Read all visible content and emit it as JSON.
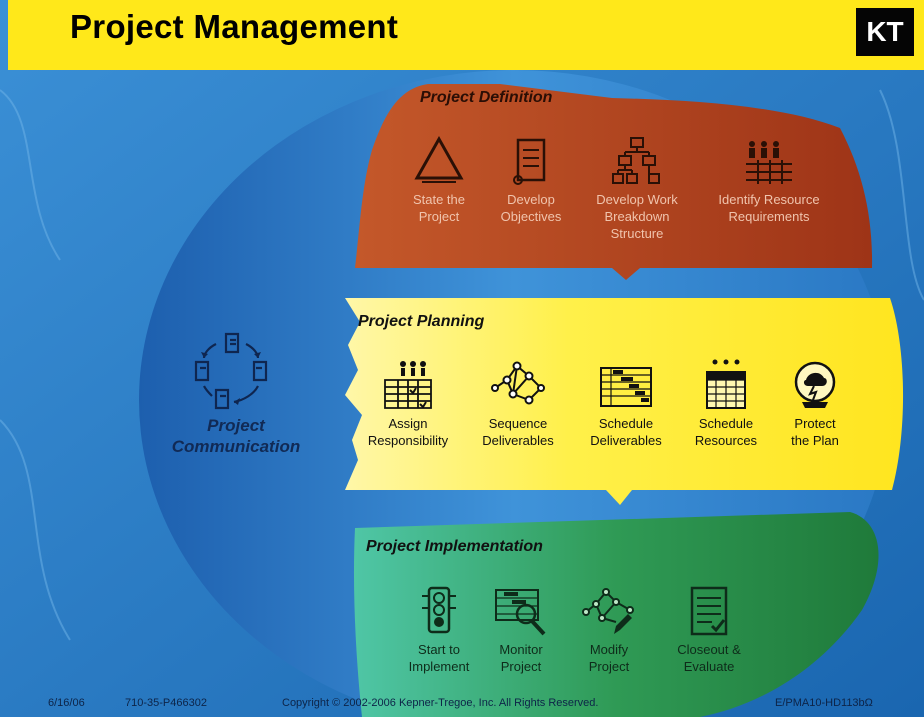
{
  "header": {
    "title": "Project Management",
    "badge": "KT"
  },
  "sections": {
    "definition": {
      "title": "Project Definition",
      "color": "#b4471f",
      "steps": [
        {
          "label": "State the\nProject",
          "icon": "triangle-icon"
        },
        {
          "label": "Develop\nObjectives",
          "icon": "scroll-icon"
        },
        {
          "label": "Develop Work\nBreakdown Structure",
          "icon": "org-chart-icon"
        },
        {
          "label": "Identify Resource\nRequirements",
          "icon": "people-grid-icon"
        }
      ]
    },
    "planning": {
      "title": "Project Planning",
      "color": "#ffef3a",
      "steps": [
        {
          "label": "Assign\nResponsibility",
          "icon": "responsibility-matrix-icon"
        },
        {
          "label": "Sequence\nDeliverables",
          "icon": "network-diagram-icon"
        },
        {
          "label": "Schedule\nDeliverables",
          "icon": "gantt-chart-icon"
        },
        {
          "label": "Schedule\nResources",
          "icon": "calendar-icon"
        },
        {
          "label": "Protect\nthe Plan",
          "icon": "crystal-ball-icon"
        }
      ]
    },
    "implementation": {
      "title": "Project Implementation",
      "color": "#2f9a55",
      "steps": [
        {
          "label": "Start to\nImplement",
          "icon": "traffic-light-icon"
        },
        {
          "label": "Monitor\nProject",
          "icon": "magnifier-chart-icon"
        },
        {
          "label": "Modify\nProject",
          "icon": "network-pencil-icon"
        },
        {
          "label": "Closeout &\nEvaluate",
          "icon": "checklist-icon"
        }
      ]
    }
  },
  "communication": {
    "label": "Project\nCommunication",
    "icon": "communication-cycle-icon"
  },
  "footer": {
    "date": "6/16/06",
    "code": "710-35-P466302",
    "copyright": "Copyright © 2002-2006 Kepner-Tregoe, Inc. All Rights Reserved.",
    "doc_id": "E/PMA10-HD113bΩ"
  }
}
